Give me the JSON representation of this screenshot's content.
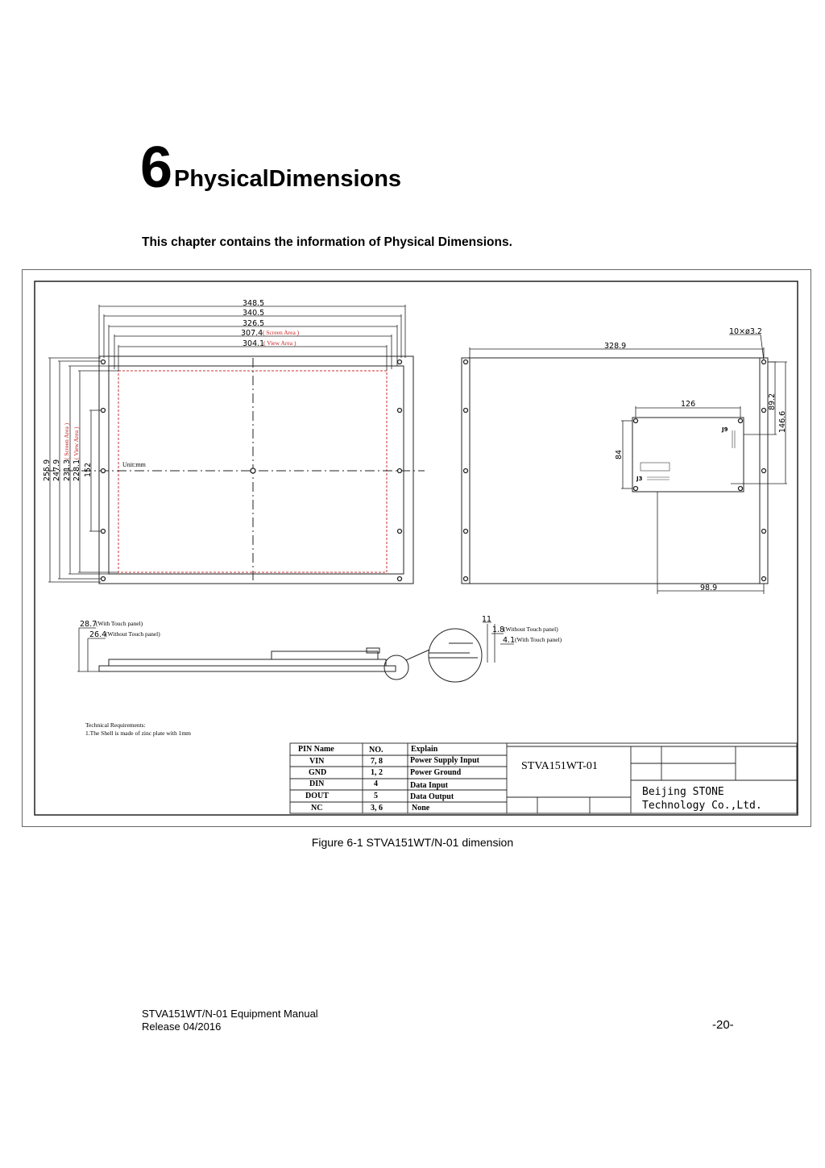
{
  "chapter": {
    "number": "6",
    "title": "PhysicalDimensions",
    "intro": "This chapter contains the information of Physical Dimensions."
  },
  "drawing": {
    "front_dims": {
      "w1": "348.5",
      "w2": "340.5",
      "w3": "326.5",
      "w4": "307.4",
      "w4_note": "( Screen Area )",
      "w5": "304.1",
      "w5_note": "( View Area )",
      "h1": "255.9",
      "h2": "247.9",
      "h3": "231.3",
      "h3_note": "( Screen Area )",
      "h4": "228.1",
      "h4_note": "( View Area )",
      "h5": "152",
      "unit": "Unit:mm"
    },
    "back_dims": {
      "width": "328.9",
      "holes": "10×ø3.2",
      "board_w": "126",
      "board_h": "84",
      "v1": "89.2",
      "v2": "146.6",
      "offset": "98.9",
      "conn_j9": "J9",
      "conn_j3": "J3"
    },
    "side_dims": {
      "d1": "28.7",
      "d1_note": "(With Touch panel)",
      "d2": "26.4",
      "d2_note": "(Without Touch panel)",
      "detail_1": "11",
      "detail_2": "1.8",
      "detail_2_note": "(Without Touch panel)",
      "detail_3": "4.1",
      "detail_3_note": "(With Touch panel)"
    },
    "requirements": {
      "heading": "Technical Requirements:",
      "item": "1.The Shell is made of zinc plate with 1mm"
    },
    "pin_table": {
      "headers": [
        "PIN Name",
        "NO.",
        "Explain"
      ],
      "rows": [
        [
          "VIN",
          "7, 8",
          "Power Supply Input"
        ],
        [
          "GND",
          "1, 2",
          "Power Ground"
        ],
        [
          "DIN",
          "4",
          "Data Input"
        ],
        [
          "DOUT",
          "5",
          "Data Output"
        ],
        [
          "NC",
          "3, 6",
          "None"
        ]
      ]
    },
    "title_block": {
      "model": "STVA151WT-01",
      "company_line1": "Beijing STONE",
      "company_line2": "Technology Co.,Ltd."
    }
  },
  "caption": "Figure 6-1   STVA151WT/N-01 dimension",
  "footer": {
    "line1": "STVA151WT/N-01 Equipment Manual",
    "line2": "Release 04/2016",
    "page": "-20-"
  }
}
